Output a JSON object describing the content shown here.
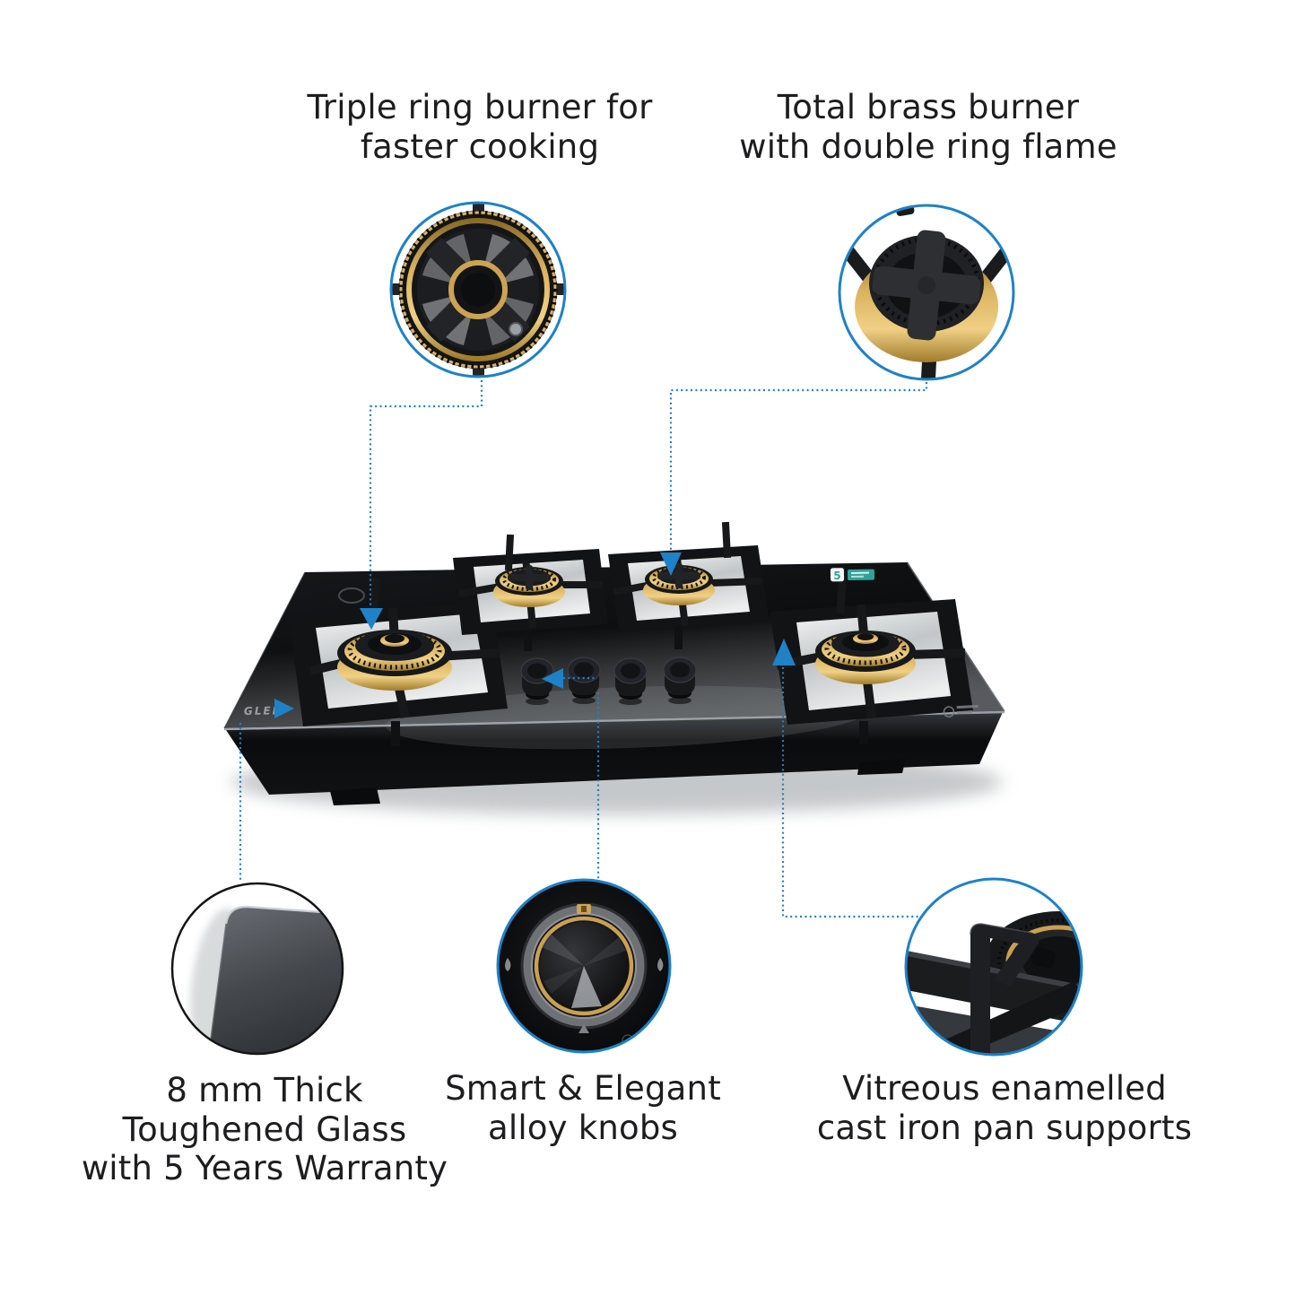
{
  "colors": {
    "accent": "#1f81c6",
    "text": "#1d1d1f",
    "brass": "#c9a052",
    "teal": "#2fa39b",
    "brand": "#9aa0a6",
    "glass": "#131416"
  },
  "callouts": {
    "triple_ring": {
      "line1": "Triple ring burner for",
      "line2": "faster cooking"
    },
    "brass_burner": {
      "line1": "Total brass burner",
      "line2": "with double ring flame"
    },
    "toughened_glass": {
      "line1": "8 mm Thick",
      "line2": "Toughened Glass",
      "line3": "with 5 Years Warranty"
    },
    "alloy_knobs": {
      "line1": "Smart & Elegant",
      "line2": "alloy knobs"
    },
    "pan_supports": {
      "line1": "Vitreous enamelled",
      "line2": "cast iron pan supports"
    }
  },
  "product": {
    "brand": "GLEN",
    "energy_rating": "5"
  },
  "icons": {
    "arrow-down-icon": "▼",
    "arrow-up-icon": "▲",
    "arrow-left-icon": "◀",
    "arrow-right-icon": "▶",
    "connector-style": "dotted"
  }
}
